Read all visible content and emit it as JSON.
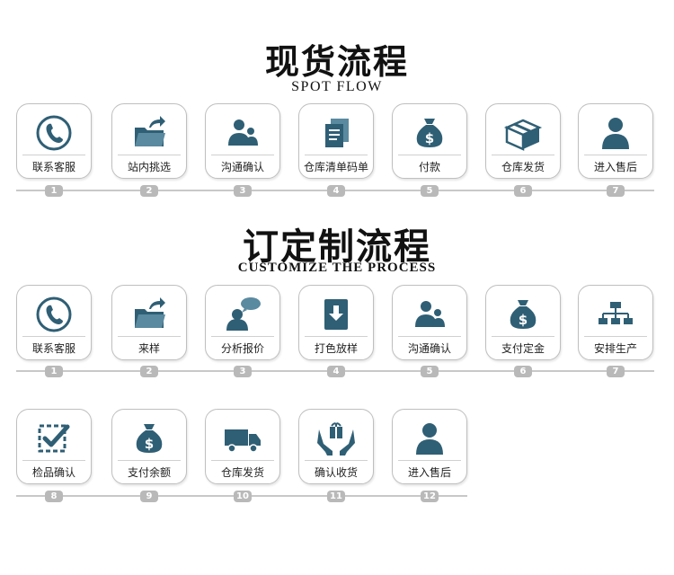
{
  "spot": {
    "title": "现货流程",
    "subtitle": "SPOT FLOW",
    "steps": [
      {
        "label": "联系客服",
        "num": "1",
        "icon": "phone-icon"
      },
      {
        "label": "站内挑选",
        "num": "2",
        "icon": "folder-icon"
      },
      {
        "label": "沟通确认",
        "num": "3",
        "icon": "people-icon"
      },
      {
        "label": "仓库清单码单",
        "num": "4",
        "icon": "document-icon"
      },
      {
        "label": "付款",
        "num": "5",
        "icon": "money-bag-icon"
      },
      {
        "label": "仓库发货",
        "num": "6",
        "icon": "box-icon"
      },
      {
        "label": "进入售后",
        "num": "7",
        "icon": "person-icon"
      }
    ]
  },
  "custom": {
    "title": "订定制流程",
    "subtitle": "CUSTOMIZE THE PROCESS",
    "row1": [
      {
        "label": "联系客服",
        "num": "1",
        "icon": "phone-icon"
      },
      {
        "label": "来样",
        "num": "2",
        "icon": "folder-icon"
      },
      {
        "label": "分析报价",
        "num": "3",
        "icon": "chat-person-icon"
      },
      {
        "label": "打色放样",
        "num": "4",
        "icon": "download-icon"
      },
      {
        "label": "沟通确认",
        "num": "5",
        "icon": "people-icon"
      },
      {
        "label": "支付定金",
        "num": "6",
        "icon": "money-bag-icon"
      },
      {
        "label": "安排生产",
        "num": "7",
        "icon": "org-chart-icon"
      }
    ],
    "row2": [
      {
        "label": "检品确认",
        "num": "8",
        "icon": "checkbox-icon"
      },
      {
        "label": "支付余额",
        "num": "9",
        "icon": "money-bag-icon"
      },
      {
        "label": "仓库发货",
        "num": "10",
        "icon": "truck-icon"
      },
      {
        "label": "确认收货",
        "num": "11",
        "icon": "hands-gift-icon"
      },
      {
        "label": "进入售后",
        "num": "12",
        "icon": "person-icon"
      }
    ]
  },
  "colors": {
    "icon": "#2f5f75",
    "card_border": "#bfbfbf",
    "badge": "#b9b9b9"
  }
}
